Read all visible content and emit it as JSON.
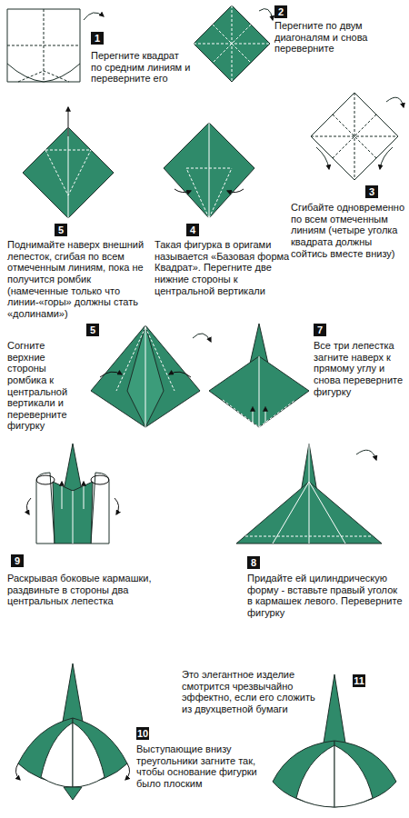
{
  "diagram": {
    "labels": [
      "1",
      "Перегните квадрат по средним линиям и переверните его",
      "2",
      "Перегните по двум диагоналям и снова переверните",
      "3",
      "Сгибайте одновременно по всем отмеченным линиям (четыре уголка квадрата должны сойтись вместе внизу)",
      "5",
      "Поднимайте наверх внешний лепесток, сгибая по всем отмеченным линиям, пока не получится ромбик (намеченные только что линии-«горы» должны стать «долинами»)",
      "4",
      "Такая фигурка в оригами называется «Базовая форма Квадрат». Перегните две нижние стороны к центральной вертикали",
      "5",
      "Согните верхние стороны ромбика к центральной вертикали и переверните фигурку",
      "7",
      "Все три лепестка загните наверх к прямому углу и снова переверните фигурку",
      "8",
      "Придайте ей цилиндрическую форму - вставьте правый уголок в кармашек левого. Переверните фигурку",
      "9",
      "Раскрывая боковые кармашки, раздвиньте в стороны два центральных лепестка",
      "10",
      "Выступающие внизу треугольники загните так, чтобы основание фигурки было плоским",
      "11",
      "Это элегантное изделие смотрится чрезвычайно эффектно, если его сложить из двухцветной бумаги"
    ]
  }
}
